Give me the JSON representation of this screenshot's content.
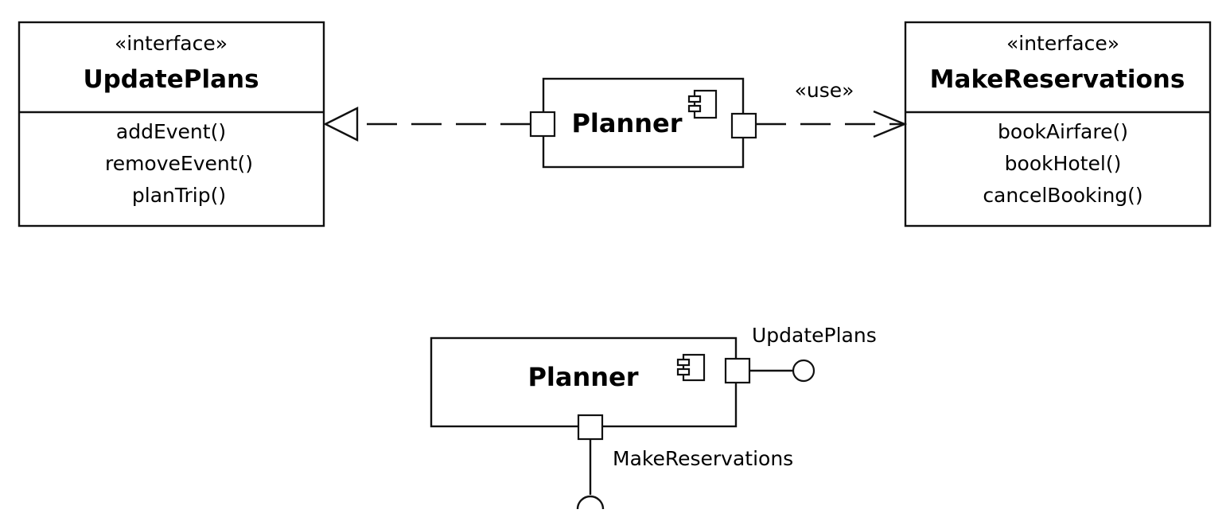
{
  "interfaces": {
    "update_plans": {
      "stereotype": "«interface»",
      "name": "UpdatePlans",
      "operations": [
        "addEvent()",
        "removeEvent()",
        "planTrip()"
      ]
    },
    "make_reservations": {
      "stereotype": "«interface»",
      "name": "MakeReservations",
      "operations": [
        "bookAirfare()",
        "bookHotel()",
        "cancelBooking()"
      ]
    }
  },
  "top_component": {
    "name": "Planner",
    "icon": "component-icon"
  },
  "use_dependency": {
    "label": "«use»"
  },
  "bottom_component": {
    "name": "Planner",
    "icon": "component-icon",
    "provided_interface_label": "UpdatePlans",
    "required_interface_label": "MakeReservations"
  }
}
